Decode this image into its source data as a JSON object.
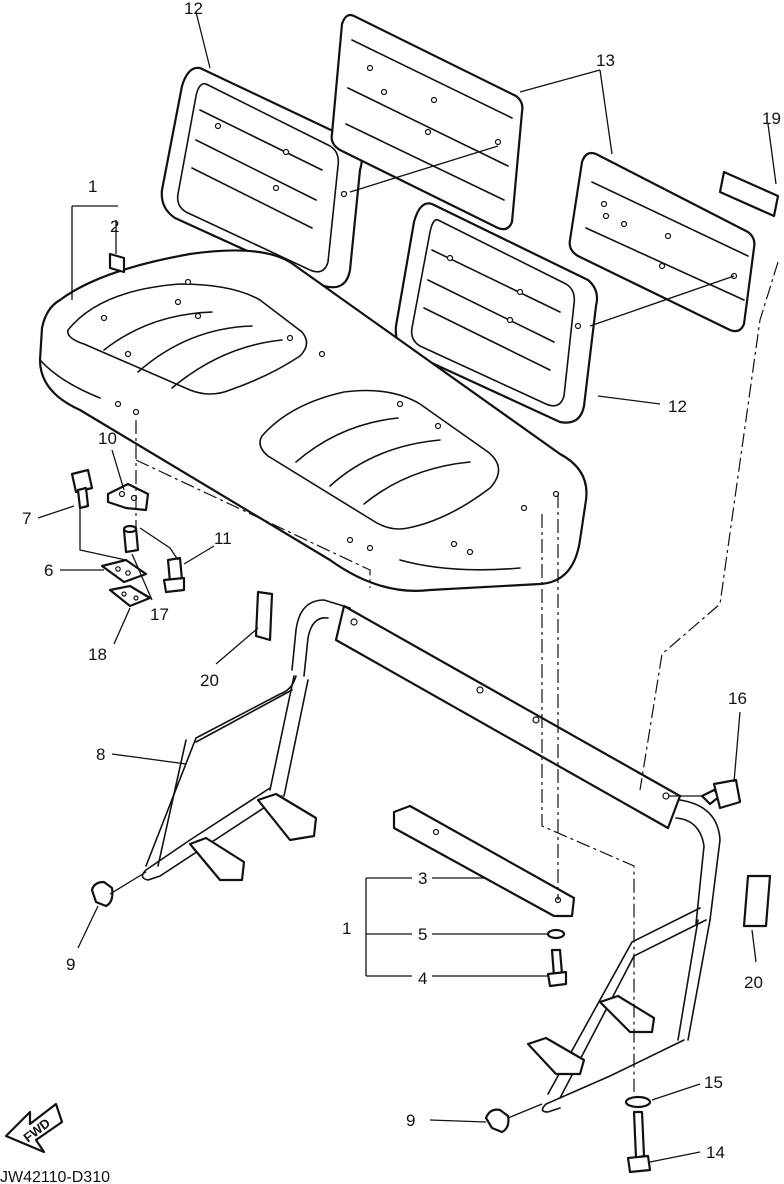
{
  "diagram_code": "JW42110-D310",
  "fwd_label": "FWD",
  "callouts": [
    {
      "id": "c1-top",
      "text": "1"
    },
    {
      "id": "c2",
      "text": "2"
    },
    {
      "id": "c12-top",
      "text": "12"
    },
    {
      "id": "c13",
      "text": "13"
    },
    {
      "id": "c19",
      "text": "19"
    },
    {
      "id": "c12-right",
      "text": "12"
    },
    {
      "id": "c10",
      "text": "10"
    },
    {
      "id": "c7",
      "text": "7"
    },
    {
      "id": "c11",
      "text": "11"
    },
    {
      "id": "c6",
      "text": "6"
    },
    {
      "id": "c17",
      "text": "17"
    },
    {
      "id": "c18",
      "text": "18"
    },
    {
      "id": "c20-left",
      "text": "20"
    },
    {
      "id": "c8",
      "text": "8"
    },
    {
      "id": "c16",
      "text": "16"
    },
    {
      "id": "c9-left",
      "text": "9"
    },
    {
      "id": "c3",
      "text": "3"
    },
    {
      "id": "c1-group",
      "text": "1"
    },
    {
      "id": "c5",
      "text": "5"
    },
    {
      "id": "c4",
      "text": "4"
    },
    {
      "id": "c20-right",
      "text": "20"
    },
    {
      "id": "c15",
      "text": "15"
    },
    {
      "id": "c9-right",
      "text": "9"
    },
    {
      "id": "c14",
      "text": "14"
    }
  ]
}
